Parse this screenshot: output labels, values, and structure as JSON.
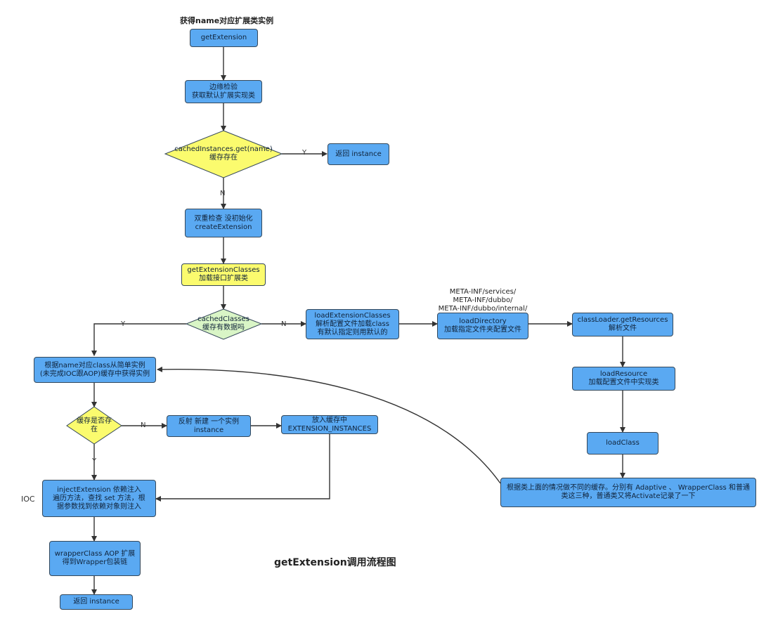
{
  "diagram": {
    "top_title": "获得name对应扩展类实例",
    "caption": "getExtension调用流程图",
    "ioc_label": "IOC",
    "nodes": {
      "getExtension": "getExtension",
      "edge_check": [
        "边缘检验",
        "获取默认扩展实现类"
      ],
      "cached_instances": [
        "cachedInstances.get(name)",
        "缓存存在"
      ],
      "return_instance_top": "返回 instance",
      "double_check": [
        "双重检查 没初始化",
        "createExtension"
      ],
      "get_extension_classes": [
        "getExtensionClasses",
        "加载接口扩展类"
      ],
      "cached_classes": [
        "cachedClasses",
        "缓存有数据吗"
      ],
      "load_extension_classes": [
        "loadExtensionClasses",
        "解析配置文件加载class",
        "有默认指定则用默认的"
      ],
      "meta_paths": [
        "META-INF/services/",
        "META-INF/dubbo/",
        "META-INF/dubbo/internal/"
      ],
      "load_directory": [
        "loadDirectory",
        "加载指定文件夹配置文件"
      ],
      "get_resources": [
        "classLoader.getResources",
        "解析文件"
      ],
      "load_resource": [
        "loadResource",
        "加载配置文件中实现类"
      ],
      "load_class": "loadClass",
      "note": "根据类上面的情况做不同的缓存。分别有 Adaptive 、 WrapperClass 和普通类这三种，普通类又将Activate记录了一下",
      "get_from_cache": [
        "根据name对应class从简单实例",
        "(未完成IOC跟AOP)缓存中获得实例"
      ],
      "cache_exists": [
        "缓存是否存",
        "在"
      ],
      "reflect_new": [
        "反射 新建 一个实例",
        "instance"
      ],
      "put_cache": [
        "放入缓存中",
        "EXTENSION_INSTANCES"
      ],
      "inject_extension": [
        "injectExtension 依赖注入",
        "遍历方法，查找 set 方法，根",
        "据参数找到依赖对象则注入"
      ],
      "wrapper_class": [
        "wrapperClass  AOP 扩展",
        "得到Wrapper包装链"
      ],
      "return_instance_bottom": "返回 instance"
    },
    "edge_labels": {
      "y1": "Y",
      "n1": "N",
      "n2": "N",
      "y2": "Y",
      "n3": "N",
      "y3": "Y"
    },
    "colors": {
      "box_blue": "#5aa9f2",
      "box_yellow": "#fbfb6e",
      "diamond_green": "#d9f5c6",
      "stroke": "#35485a"
    }
  }
}
